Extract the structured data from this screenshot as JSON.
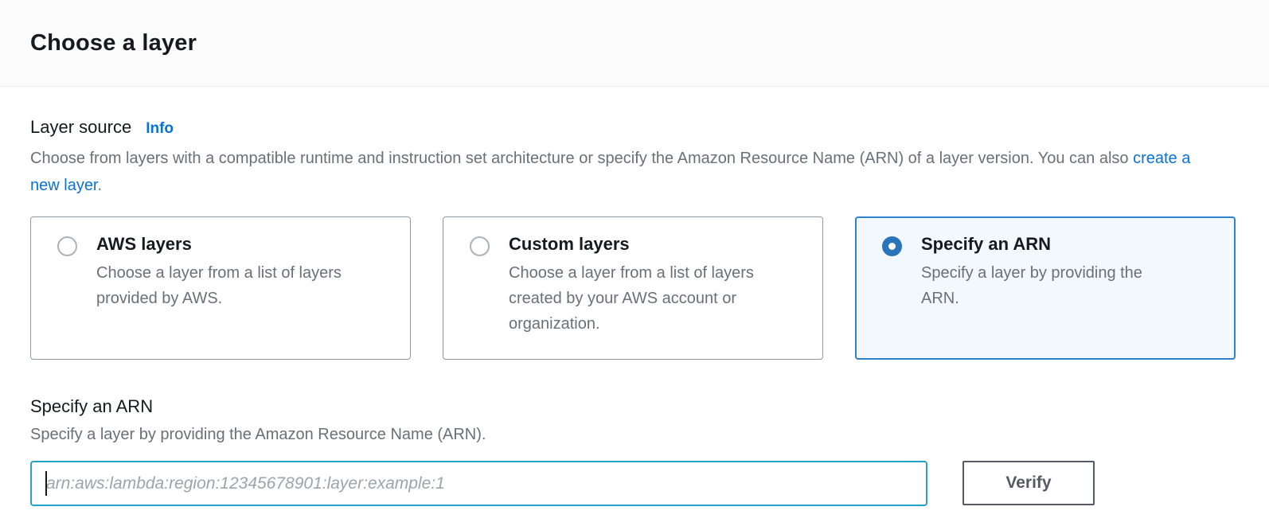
{
  "page": {
    "title": "Choose a layer"
  },
  "layer_source": {
    "label": "Layer source",
    "info_link": "Info",
    "description_before_link": "Choose from layers with a compatible runtime and instruction set architecture or specify the Amazon Resource Name (ARN) of a layer version. You can also ",
    "link_text": "create a new layer",
    "description_after_link": ".",
    "options": [
      {
        "title": "AWS layers",
        "description": "Choose a layer from a list of layers provided by AWS.",
        "selected": false
      },
      {
        "title": "Custom layers",
        "description": "Choose a layer from a list of layers created by your AWS account or organization.",
        "selected": false
      },
      {
        "title": "Specify an ARN",
        "description": "Specify a layer by providing the ARN.",
        "selected": true
      }
    ]
  },
  "arn_section": {
    "label": "Specify an ARN",
    "description": "Specify a layer by providing the Amazon Resource Name (ARN).",
    "input_value": "",
    "input_placeholder": "arn:aws:lambda:region:12345678901:layer:example:1",
    "verify_button": "Verify"
  },
  "colors": {
    "accent_blue": "#2e81cd",
    "radio_checked_blue": "#2a74bc",
    "link_blue": "#0972d3",
    "input_focus_teal": "#25a0c8",
    "text_dark": "#16191f",
    "text_gray": "#687078",
    "tile_border_gray": "#8d99a3",
    "selected_tile_bg": "#f2f8fd",
    "button_border_gray": "#545b64",
    "header_bg": "#fbfbfb",
    "divider": "#e9ebed"
  }
}
